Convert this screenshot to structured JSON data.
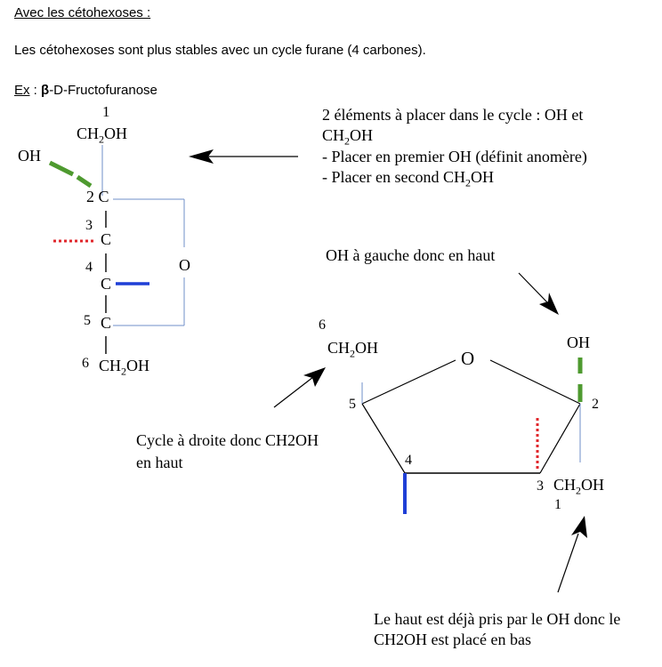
{
  "heading": "Avec les cétohexoses :",
  "intro": "Les cétohexoses sont plus stables avec un cycle furane (4 carbones).",
  "example": {
    "prefix": "Ex",
    "sep": " : ",
    "beta": "β",
    "name": "-D-Fructofuranose"
  },
  "fischer": {
    "num1": "1",
    "ch2oh_top": {
      "a": "CH",
      "sub": "2",
      "b": "OH"
    },
    "oh": "OH",
    "c2": "2 C",
    "c3": "C",
    "n3": "3",
    "c4": "C",
    "n4": "4",
    "c5": "C",
    "n5": "5",
    "n6": "6",
    "ch2oh_bottom": {
      "a": "CH",
      "sub": "2",
      "b": "OH"
    },
    "o": "O"
  },
  "note_right": {
    "line1": "2 éléments à placer dans le cycle : OH et",
    "line2": {
      "a": "CH",
      "sub": "2",
      "b": "OH"
    },
    "line3": "- Placer en premier OH (définit anomère)",
    "line4": {
      "a": "- Placer en second CH",
      "sub": "2",
      "b": "OH"
    }
  },
  "note_oh": "OH à gauche donc en haut",
  "haworth": {
    "n6": "6",
    "ch2oh6": {
      "a": "CH",
      "sub": "2",
      "b": "OH"
    },
    "o": "O",
    "oh": "OH",
    "n5": "5",
    "n2": "2",
    "n4": "4",
    "n3": "3",
    "ch2oh1": {
      "a": "CH",
      "sub": "2",
      "b": "OH"
    },
    "n1": "1"
  },
  "note_cycle": {
    "line1": "Cycle à droite donc CH2OH",
    "line2": "en haut"
  },
  "note_bottom": {
    "line1": "Le haut est déjà pris par le OH donc le",
    "line2": "CH2OH est placé en bas"
  },
  "colors": {
    "green": "#4e9a2f",
    "red": "#e0262b",
    "blue": "#1f3fd6",
    "ring": "#6f8fc9"
  }
}
